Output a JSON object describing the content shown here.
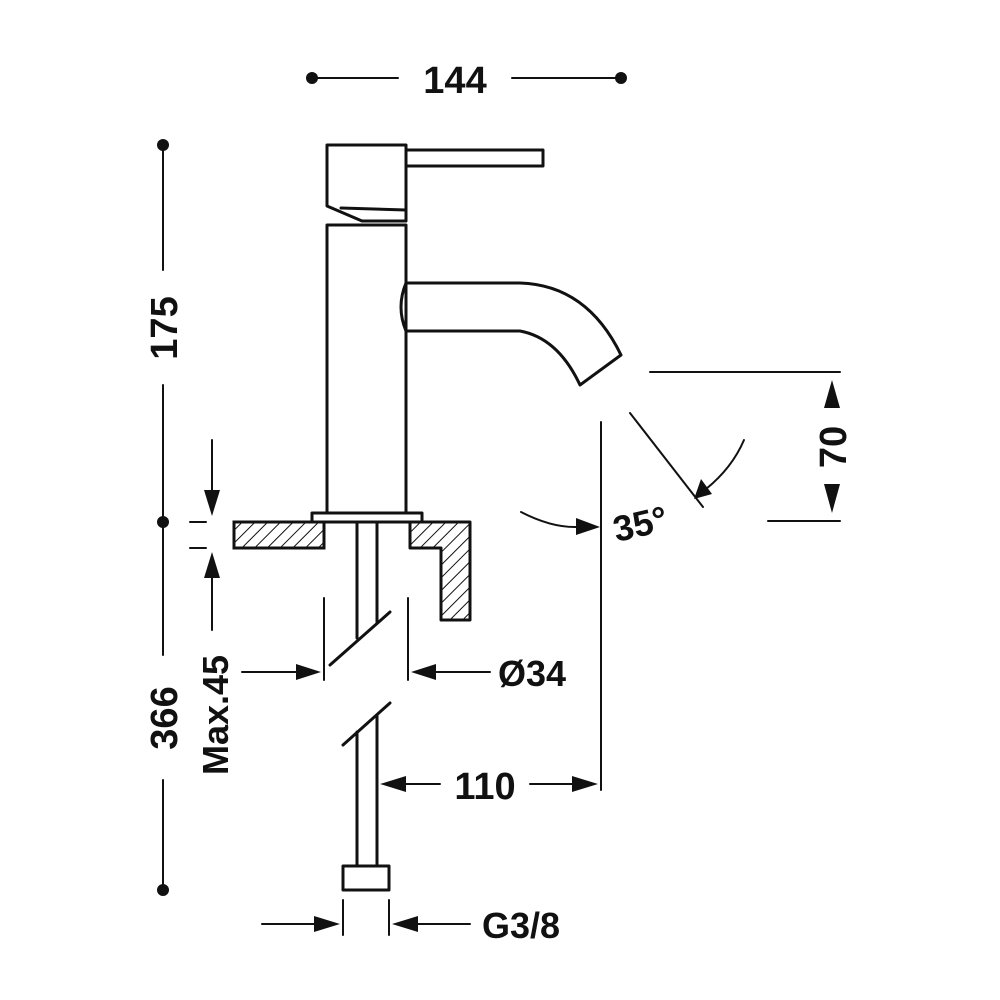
{
  "dimensions": {
    "width_total": "144",
    "height_upper": "175",
    "height_total": "366",
    "max_thickness": "Max.45",
    "spout_height": "70",
    "spout_angle": "35°",
    "hole_diameter": "Ø34",
    "spout_reach": "110",
    "connection_thread": "G3/8"
  },
  "colors": {
    "line": "#111111",
    "background": "#ffffff"
  }
}
